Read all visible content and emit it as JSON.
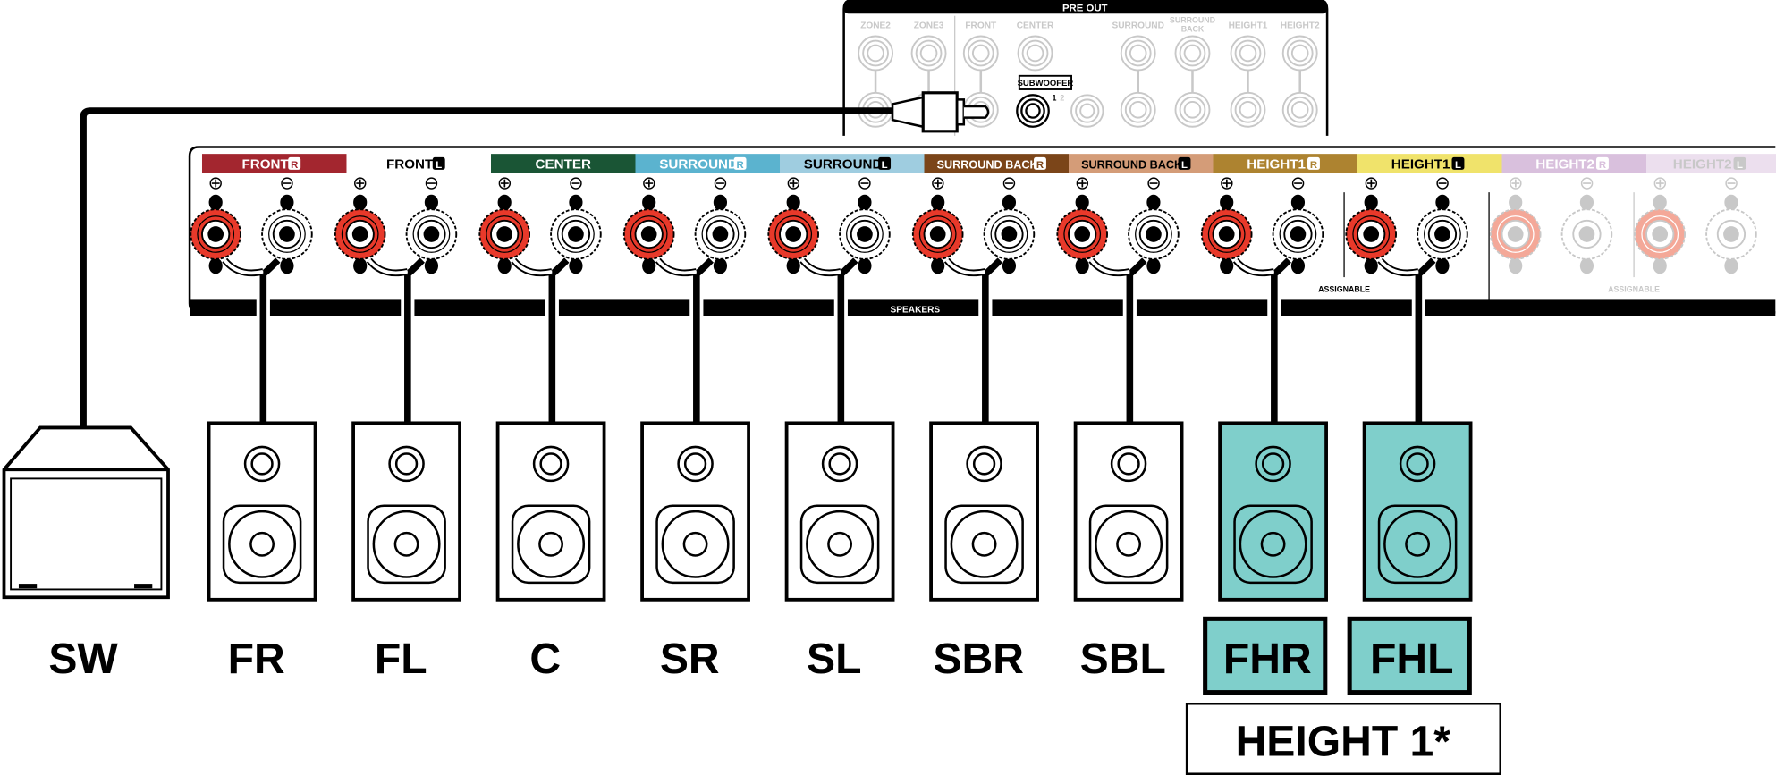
{
  "pre_out": {
    "title": "PRE OUT",
    "jacks": [
      "ZONE2",
      "ZONE3",
      "FRONT",
      "CENTER",
      "SURROUND",
      "SURROUND",
      "HEIGHT1",
      "HEIGHT2"
    ],
    "surround_back_label": [
      "SURROUND",
      "BACK"
    ],
    "subwoofer_label": "SUBWOOFER",
    "sub_numbers": [
      "1",
      "2"
    ]
  },
  "speaker_panel": {
    "speakers_label": "SPEAKERS",
    "assignable_label": "ASSIGNABLE",
    "plus_symbol": "⊕",
    "minus_symbol": "⊖",
    "channels": [
      {
        "name": "FRONT",
        "side": "R",
        "color": "#a3262f",
        "text_color": "#ffffff",
        "active": true
      },
      {
        "name": "FRONT",
        "side": "L",
        "color": "#ffffff",
        "text_color": "#000000",
        "active": true
      },
      {
        "name": "CENTER",
        "side": "",
        "color": "#1a5535",
        "text_color": "#ffffff",
        "active": true
      },
      {
        "name": "SURROUND",
        "side": "R",
        "color": "#5bb3cf",
        "text_color": "#ffffff",
        "active": true
      },
      {
        "name": "SURROUND",
        "side": "L",
        "color": "#9fcde0",
        "text_color": "#000000",
        "active": true
      },
      {
        "name": "SURROUND BACK",
        "side": "R",
        "color": "#7b4519",
        "text_color": "#ffffff",
        "active": true
      },
      {
        "name": "SURROUND BACK",
        "side": "L",
        "color": "#d49c78",
        "text_color": "#000000",
        "active": true
      },
      {
        "name": "HEIGHT1",
        "side": "R",
        "color": "#ad8330",
        "text_color": "#ffffff",
        "active": true
      },
      {
        "name": "HEIGHT1",
        "side": "L",
        "color": "#f0e36b",
        "text_color": "#000000",
        "active": true
      },
      {
        "name": "HEIGHT2",
        "side": "R",
        "color": "#d9c0dd",
        "text_color": "#ffffff",
        "active": false
      },
      {
        "name": "HEIGHT2",
        "side": "L",
        "color": "#ecdfee",
        "text_color": "#c8c8c8",
        "active": false
      }
    ]
  },
  "speakers": [
    {
      "label": "SW",
      "type": "subwoofer",
      "highlight": false
    },
    {
      "label": "FR",
      "type": "speaker",
      "highlight": false
    },
    {
      "label": "FL",
      "type": "speaker",
      "highlight": false
    },
    {
      "label": "C",
      "type": "speaker",
      "highlight": false
    },
    {
      "label": "SR",
      "type": "speaker",
      "highlight": false
    },
    {
      "label": "SL",
      "type": "speaker",
      "highlight": false
    },
    {
      "label": "SBR",
      "type": "speaker",
      "highlight": false
    },
    {
      "label": "SBL",
      "type": "speaker",
      "highlight": false
    },
    {
      "label": "FHR",
      "type": "speaker",
      "highlight": true
    },
    {
      "label": "FHL",
      "type": "speaker",
      "highlight": true
    }
  ],
  "group_label": "HEIGHT 1*",
  "colors": {
    "terminal_red": "#e8392a",
    "highlight": "#7fcfcb",
    "inactive": "#c8c8c8"
  }
}
